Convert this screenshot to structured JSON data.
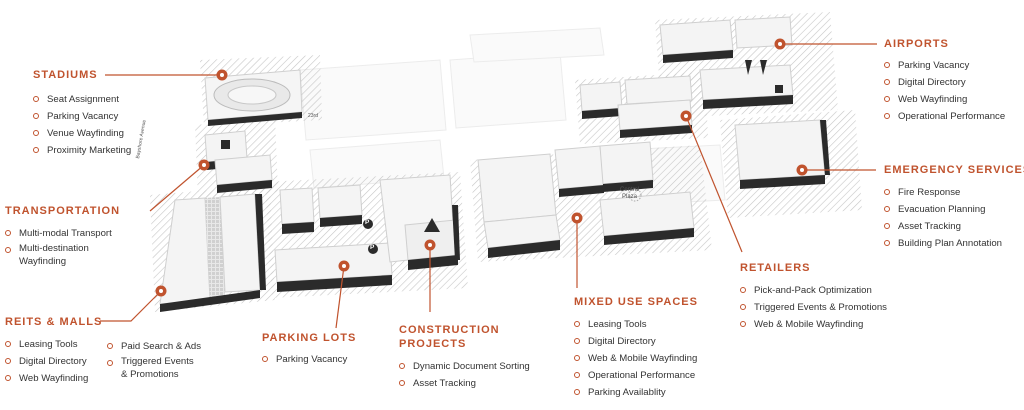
{
  "categories": {
    "stadiums": {
      "title": "STADIUMS",
      "items": [
        "Seat Assignment",
        "Parking Vacancy",
        "Venue Wayfinding",
        "Proximity Marketing"
      ]
    },
    "transportation": {
      "title": "TRANSPORTATION",
      "items": [
        "Multi-modal Transport",
        "Multi-destination",
        "Wayfinding"
      ]
    },
    "reits": {
      "title": "REITS & MALLS",
      "items_left": [
        "Leasing Tools",
        "Digital Directory",
        "Web Wayfinding"
      ],
      "items_right": [
        "Paid Search & Ads",
        "Triggered Events",
        "& Promotions"
      ]
    },
    "parking": {
      "title": "PARKING LOTS",
      "items": [
        "Parking Vacancy"
      ]
    },
    "construction": {
      "title_line1": "CONSTRUCTION",
      "title_line2": "PROJECTS",
      "items": [
        "Dynamic Document Sorting",
        "Asset Tracking"
      ]
    },
    "mixed": {
      "title": "MIXED USE SPACES",
      "items": [
        "Leasing Tools",
        "Digital Directory",
        "Web & Mobile Wayfinding",
        "Operational Performance",
        "Parking Availablity"
      ]
    },
    "retailers": {
      "title": "RETAILERS",
      "items": [
        "Pick-and-Pack Optimization",
        "Triggered Events & Promotions",
        "Web & Mobile Wayfinding"
      ]
    },
    "airports": {
      "title": "AIRPORTS",
      "items": [
        "Parking Vacancy",
        "Digital Directory",
        "Web Wayfinding",
        "Operational Performance"
      ]
    },
    "emergency": {
      "title": "EMERGENCY SERVICES",
      "items": [
        "Fire Response",
        "Evacuation Planning",
        "Asset Tracking",
        "Building Plan Annotation"
      ]
    }
  },
  "map_labels": {
    "street_a": "Bayshore Avenue",
    "street_b": "23rd",
    "plaza": "Central",
    "plaza_2": "Plaza",
    "parking_symbol": "P",
    "elevator_symbol": "■"
  },
  "colors": {
    "accent": "#c0532e",
    "text": "#333333",
    "building_top": "#f4f4f4",
    "building_side": "#2b2b2b",
    "hatch": "#c9c9c9"
  }
}
